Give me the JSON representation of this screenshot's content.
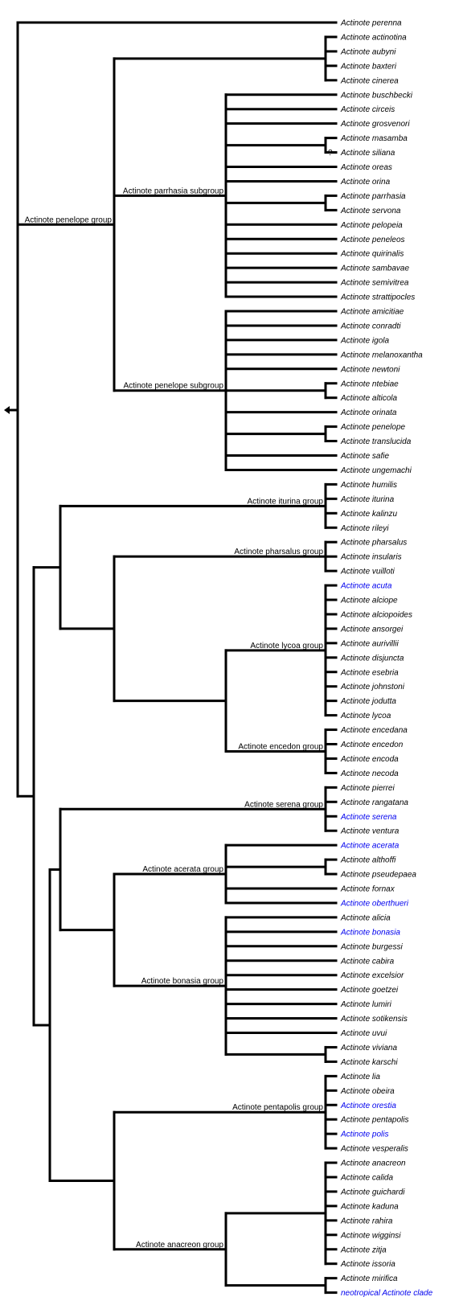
{
  "colors": {
    "line": "#000000",
    "text": "#000000",
    "link": "#0000ee"
  },
  "icons": {
    "root": "left-arrow-icon",
    "uncertain": "question-mark-icon"
  },
  "uncertain_mark": "?",
  "tree": {
    "children": [
      {
        "leaf": "Actinote perenna"
      },
      {
        "label": "Actinote penelope group",
        "children": [
          {
            "children": [
              {
                "leaf": "Actinote actinotina"
              },
              {
                "leaf": "Actinote aubyni"
              },
              {
                "leaf": "Actinote baxteri"
              },
              {
                "leaf": "Actinote cinerea"
              }
            ]
          },
          {
            "label": "Actinote parrhasia subgroup",
            "children": [
              {
                "leaf": "Actinote buschbecki"
              },
              {
                "leaf": "Actinote circeis"
              },
              {
                "leaf": "Actinote grosvenori"
              },
              {
                "children": [
                  {
                    "leaf": "Actinote masamba"
                  },
                  {
                    "leaf": "Actinote siliana",
                    "uncertain": true
                  }
                ]
              },
              {
                "leaf": "Actinote oreas"
              },
              {
                "leaf": "Actinote orina"
              },
              {
                "children": [
                  {
                    "leaf": "Actinote parrhasia"
                  },
                  {
                    "leaf": "Actinote servona"
                  }
                ]
              },
              {
                "leaf": "Actinote pelopeia"
              },
              {
                "leaf": "Actinote peneleos"
              },
              {
                "leaf": "Actinote quirinalis"
              },
              {
                "leaf": "Actinote sambavae"
              },
              {
                "leaf": "Actinote semivitrea"
              },
              {
                "leaf": "Actinote strattipocles"
              }
            ]
          },
          {
            "label": "Actinote penelope subgroup",
            "children": [
              {
                "leaf": "Actinote amicitiae"
              },
              {
                "leaf": "Actinote conradti"
              },
              {
                "leaf": "Actinote igola"
              },
              {
                "leaf": "Actinote melanoxantha"
              },
              {
                "leaf": "Actinote newtoni"
              },
              {
                "children": [
                  {
                    "leaf": "Actinote ntebiae"
                  },
                  {
                    "leaf": "Actinote alticola"
                  }
                ]
              },
              {
                "leaf": "Actinote orinata"
              },
              {
                "children": [
                  {
                    "leaf": "Actinote penelope"
                  },
                  {
                    "leaf": "Actinote translucida"
                  }
                ]
              },
              {
                "leaf": "Actinote safie"
              },
              {
                "leaf": "Actinote ungemachi"
              }
            ]
          }
        ]
      },
      {
        "children": [
          {
            "children": [
              {
                "label": "Actinote iturina group",
                "children": [
                  {
                    "leaf": "Actinote humilis"
                  },
                  {
                    "leaf": "Actinote iturina"
                  },
                  {
                    "leaf": "Actinote kalinzu"
                  },
                  {
                    "leaf": "Actinote rileyi"
                  }
                ]
              },
              {
                "children": [
                  {
                    "label": "Actinote pharsalus group",
                    "children": [
                      {
                        "leaf": "Actinote pharsalus"
                      },
                      {
                        "leaf": "Actinote insularis"
                      },
                      {
                        "leaf": "Actinote vuilloti"
                      }
                    ]
                  },
                  {
                    "children": [
                      {
                        "label": "Actinote lycoa group",
                        "children": [
                          {
                            "leaf": "Actinote acuta",
                            "link": true
                          },
                          {
                            "leaf": "Actinote alciope"
                          },
                          {
                            "leaf": "Actinote alciopoides"
                          },
                          {
                            "leaf": "Actinote ansorgei"
                          },
                          {
                            "leaf": "Actinote aurivillii"
                          },
                          {
                            "leaf": "Actinote disjuncta"
                          },
                          {
                            "leaf": "Actinote esebria"
                          },
                          {
                            "leaf": "Actinote johnstoni"
                          },
                          {
                            "leaf": "Actinote jodutta"
                          },
                          {
                            "leaf": "Actinote lycoa"
                          }
                        ]
                      },
                      {
                        "label": "Actinote encedon group",
                        "children": [
                          {
                            "leaf": "Actinote encedana"
                          },
                          {
                            "leaf": "Actinote encedon"
                          },
                          {
                            "leaf": "Actinote encoda"
                          },
                          {
                            "leaf": "Actinote necoda"
                          }
                        ]
                      }
                    ]
                  }
                ]
              }
            ]
          },
          {
            "children": [
              {
                "children": [
                  {
                    "label": "Actinote serena group",
                    "children": [
                      {
                        "leaf": "Actinote pierrei"
                      },
                      {
                        "leaf": "Actinote rangatana"
                      },
                      {
                        "leaf": "Actinote serena",
                        "link": true
                      },
                      {
                        "leaf": "Actinote ventura"
                      }
                    ]
                  },
                  {
                    "children": [
                      {
                        "label": "Actinote acerata group",
                        "children": [
                          {
                            "leaf": "Actinote acerata",
                            "link": true
                          },
                          {
                            "children": [
                              {
                                "leaf": "Actinote althoffi"
                              },
                              {
                                "leaf": "Actinote pseudepaea"
                              }
                            ]
                          },
                          {
                            "leaf": "Actinote fornax"
                          },
                          {
                            "leaf": "Actinote oberthueri",
                            "link": true
                          }
                        ]
                      },
                      {
                        "label": "Actinote bonasia group",
                        "children": [
                          {
                            "leaf": "Actinote alicia"
                          },
                          {
                            "leaf": "Actinote bonasia",
                            "link": true
                          },
                          {
                            "leaf": "Actinote burgessi"
                          },
                          {
                            "leaf": "Actinote cabira"
                          },
                          {
                            "leaf": "Actinote excelsior"
                          },
                          {
                            "leaf": "Actinote goetzei"
                          },
                          {
                            "leaf": "Actinote lumiri"
                          },
                          {
                            "leaf": "Actinote sotikensis"
                          },
                          {
                            "leaf": "Actinote uvui"
                          },
                          {
                            "children": [
                              {
                                "leaf": "Actinote viviana"
                              },
                              {
                                "leaf": "Actinote karschi"
                              }
                            ]
                          }
                        ]
                      }
                    ]
                  }
                ]
              },
              {
                "children": [
                  {
                    "label": "Actinote pentapolis group",
                    "children": [
                      {
                        "leaf": "Actinote lia"
                      },
                      {
                        "leaf": "Actinote obeira"
                      },
                      {
                        "leaf": "Actinote orestia",
                        "link": true
                      },
                      {
                        "leaf": "Actinote pentapolis"
                      },
                      {
                        "leaf": "Actinote polis",
                        "link": true
                      },
                      {
                        "leaf": "Actinote vesperalis"
                      }
                    ]
                  },
                  {
                    "label": "Actinote anacreon group",
                    "children": [
                      {
                        "children": [
                          {
                            "leaf": "Actinote anacreon"
                          },
                          {
                            "leaf": "Actinote calida"
                          },
                          {
                            "leaf": "Actinote guichardi"
                          },
                          {
                            "leaf": "Actinote kaduna"
                          },
                          {
                            "leaf": "Actinote rahira"
                          },
                          {
                            "leaf": "Actinote wigginsi"
                          },
                          {
                            "leaf": "Actinote zitja"
                          },
                          {
                            "leaf": "Actinote issoria"
                          }
                        ]
                      },
                      {
                        "children": [
                          {
                            "leaf": "Actinote mirifica"
                          },
                          {
                            "leaf": "neotropical Actinote clade",
                            "link": true,
                            "roman": true
                          }
                        ]
                      }
                    ]
                  }
                ]
              }
            ]
          }
        ]
      }
    ]
  }
}
